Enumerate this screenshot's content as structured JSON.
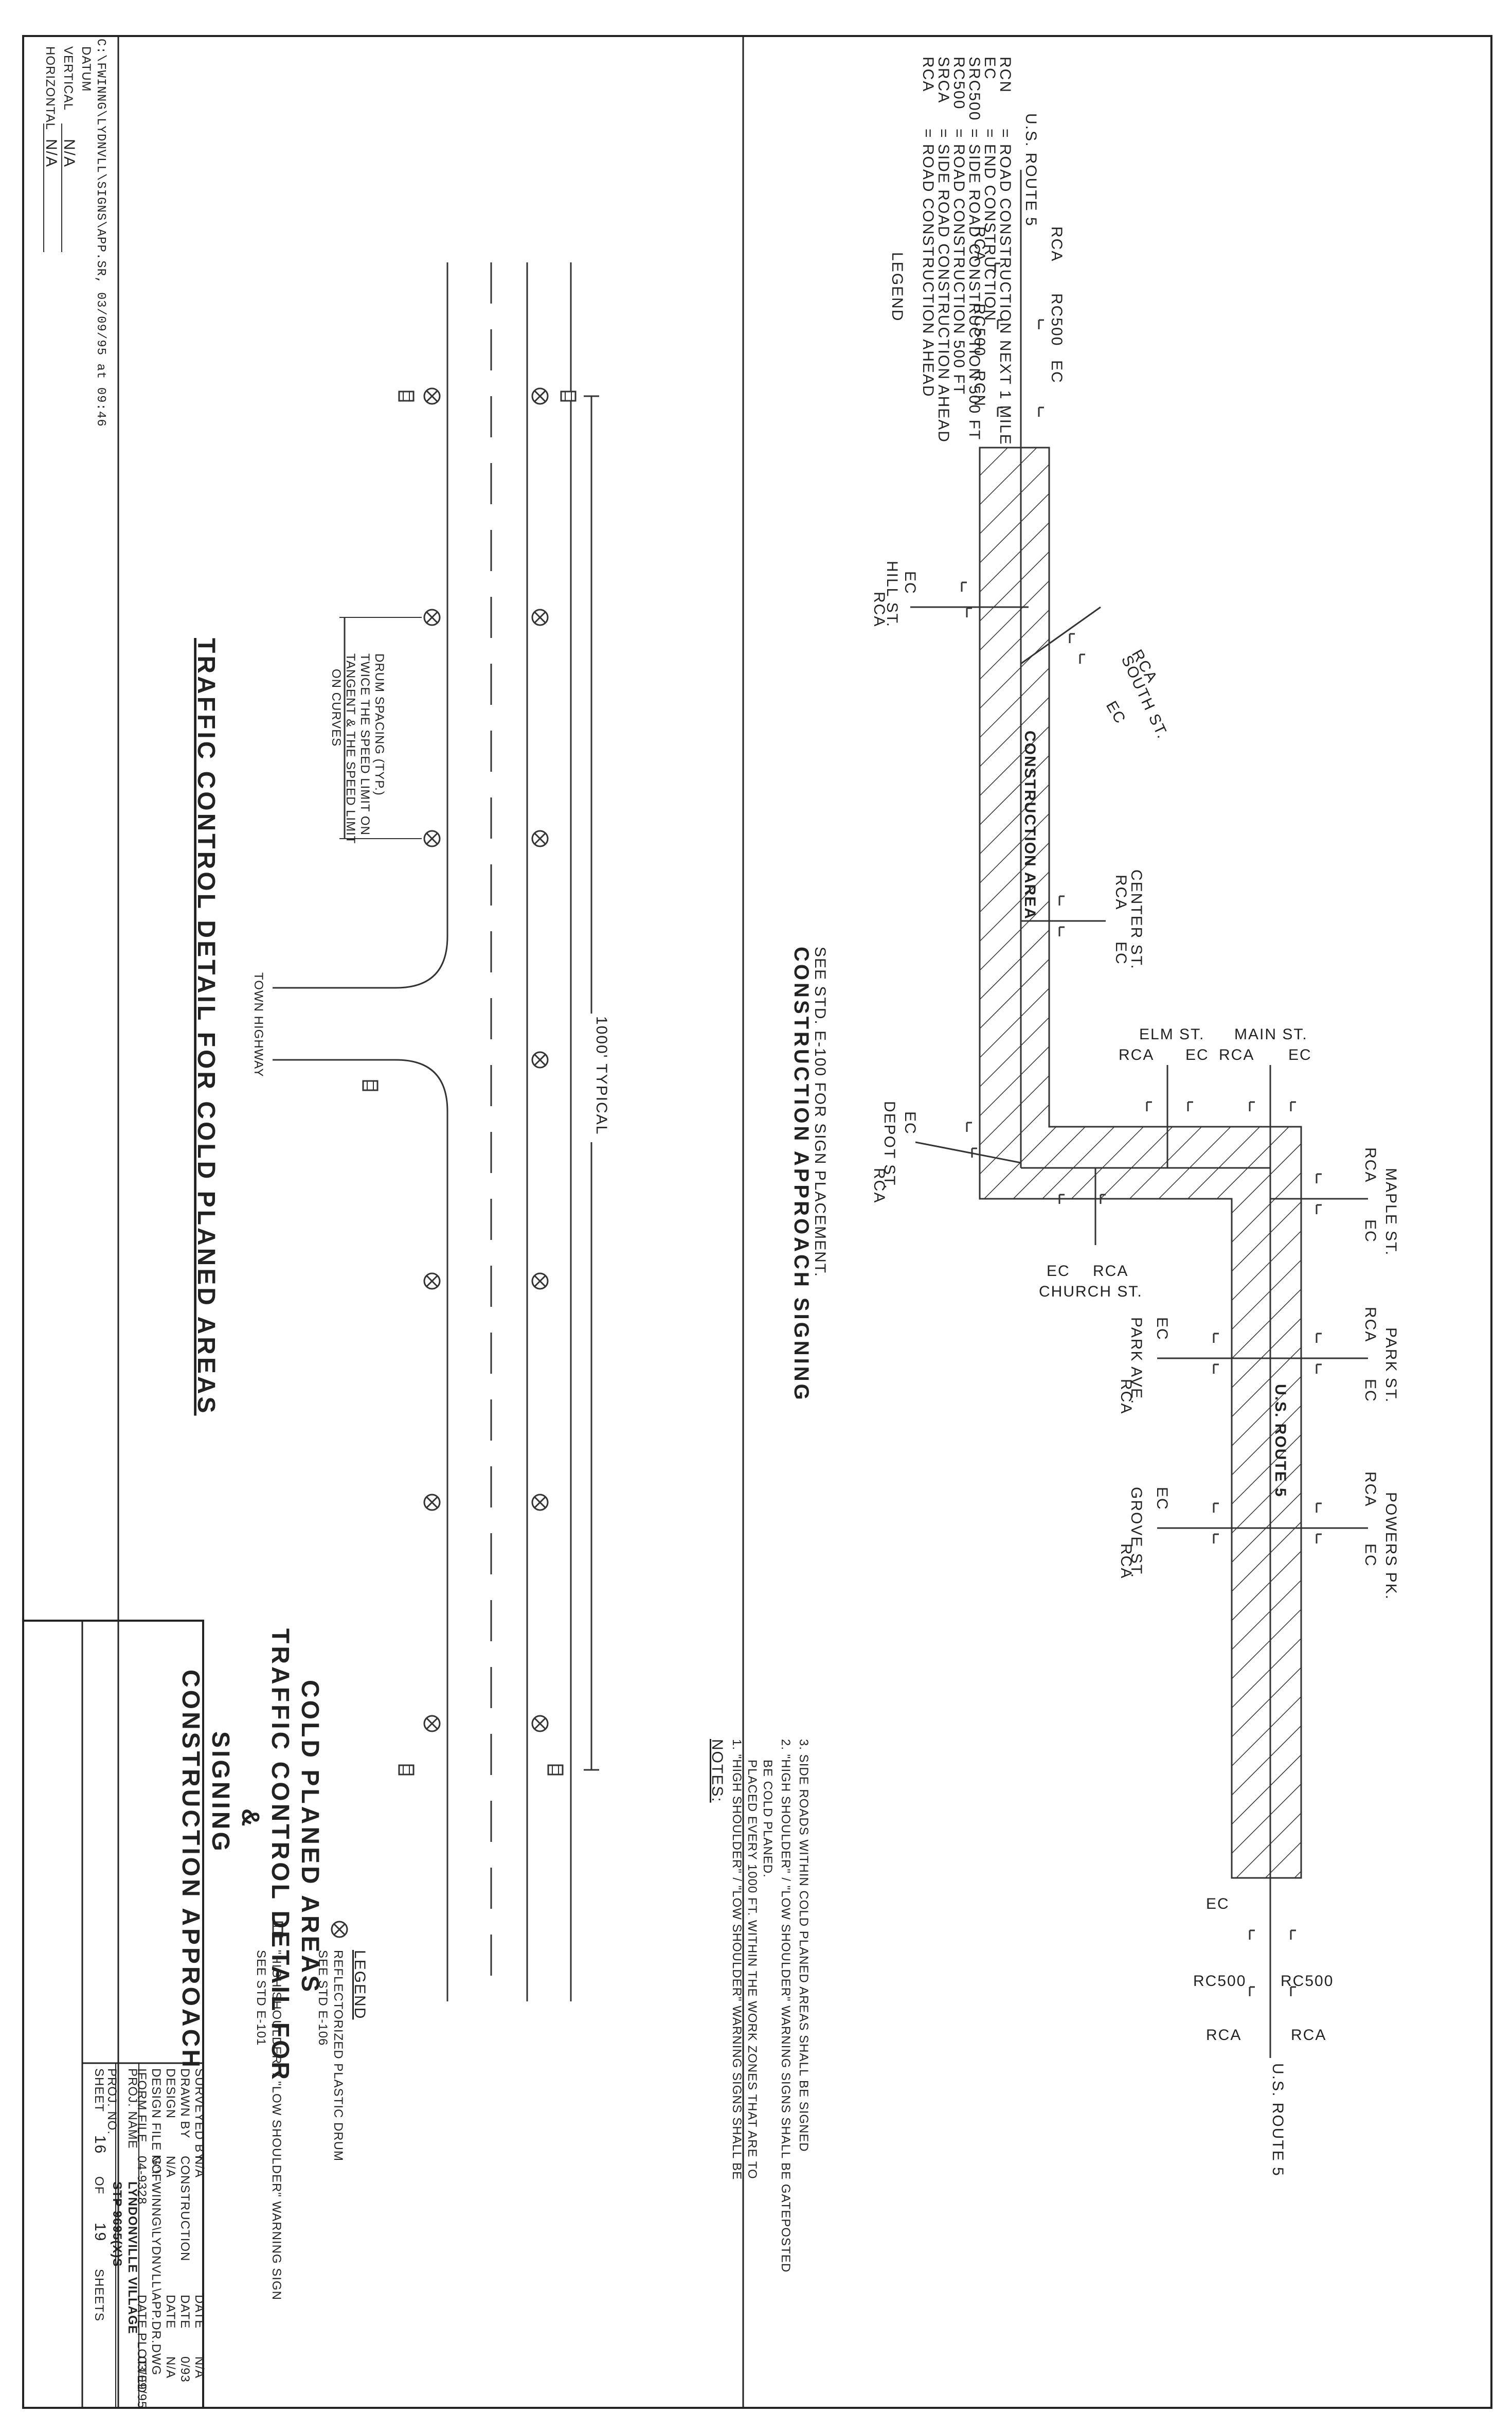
{
  "file_path": "C:\\FWINNG\\LYDNVLL\\SIGNS\\APP.SR, 03/09/95 at 09:46",
  "datum": {
    "label": "DATUM",
    "vertical_label": "VERTICAL",
    "vertical_value": "N/A",
    "horizontal_label": "HORIZONTAL",
    "horizontal_value": "N/A"
  },
  "approach": {
    "title": "CONSTRUCTION APPROACH SIGNING",
    "subtitle": "SEE STD. E-100 FOR SIGN PLACEMENT.",
    "construction_area": "CONSTRUCTION AREA",
    "route_label": "U.S. ROUTE 5",
    "legend_title": "LEGEND",
    "legend": [
      {
        "code": "RCA",
        "desc": "= ROAD CONSTRUCTION AHEAD"
      },
      {
        "code": "SRCA",
        "desc": "= SIDE ROAD CONSTRUCTION AHEAD"
      },
      {
        "code": "RC500",
        "desc": "= ROAD CONSTRUCTION 500 FT"
      },
      {
        "code": "SRC500",
        "desc": "= SIDE ROAD CONSTRUCTION 500 FT"
      },
      {
        "code": "EC",
        "desc": "= END CONSTRUCTION"
      },
      {
        "code": "RCN",
        "desc": "= ROAD CONSTRUCTION NEXT 1 MILE"
      }
    ],
    "streets": {
      "hill": "HILL ST.",
      "south": "SOUTH ST.",
      "center": "CENTER ST.",
      "depot": "DEPOT ST.",
      "church": "CHURCH ST.",
      "park_ave": "PARK AVE.",
      "grove": "GROVE ST.",
      "elm": "ELM ST.",
      "main": "MAIN ST.",
      "maple": "MAPLE ST.",
      "park_st": "PARK ST.",
      "powers": "POWERS PK."
    },
    "sign_codes": {
      "rca": "RCA",
      "ec": "EC",
      "rc500": "RC500",
      "rcn": "RCN"
    }
  },
  "notes": {
    "title": "NOTES:",
    "items": [
      "1. \"HIGH SHOULDER\" / \"LOW SHOULDER\" WARNING SIGNS SHALL BE",
      "PLACED EVERY 1000 FT. WITHIN THE WORK ZONES THAT ARE TO",
      "BE COLD PLANED.",
      "2. \"HIGH SHOULDER\" / \"LOW SHOULDER\" WARNING SIGNS SHALL BE GATEPOSTED",
      "3. SIDE ROADS WITHIN COLD PLANED AREAS SHALL BE SIGNED"
    ]
  },
  "detail": {
    "title": "TRAFFIC CONTROL DETAIL FOR COLD PLANED AREAS",
    "typical": "1000' TYPICAL",
    "town_highway": "TOWN HIGHWAY",
    "drum_spacing": [
      "DRUM SPACING (TYP.)",
      "TWICE THE SPEED LIMIT ON",
      "TANGENT & THE SPEED LIMIT",
      "ON CURVES"
    ],
    "legend_title": "LEGEND",
    "legend": [
      {
        "desc1": "REFLECTORIZED PLASTIC DRUM",
        "desc2": "SEE STD E-106"
      },
      {
        "desc1": "\"HIGH SHOULDER\" / \"LOW SHOULDER\" WARNING SIGN",
        "desc2": "SEE STD E-101"
      }
    ]
  },
  "title_block": {
    "main_lines": [
      "CONSTRUCTION APPROACH",
      "SIGNING",
      "&",
      "TRAFFIC CONTROL DETAIL FOR",
      "COLD PLANED AREAS"
    ],
    "rows": [
      [
        "SURVEYED BY",
        "N/A",
        "DATE",
        "N/A"
      ],
      [
        "DRAWN BY",
        "CONSTRUCTION",
        "DATE",
        "0/93"
      ],
      [
        "DESIGN",
        "N/A",
        "DATE",
        "N/A"
      ],
      [
        "DESIGN FILE NO.",
        "G:\\FWINNG\\LYDNVLL\\APP.DR.DWG",
        "",
        ""
      ],
      [
        "IFORM FILE",
        "04-9328",
        "DATE PLOTTED",
        "03/09/95"
      ]
    ],
    "proj_name_label": "PROJ. NAME",
    "proj_name": "LYNDONVILLE VILLAGE",
    "proj_no_label": "PROJ. NO.",
    "proj_no": "STP 9695(X)S",
    "sheet_label": "SHEET",
    "sheet_no": "16",
    "of_label": "OF",
    "sheet_total": "19",
    "sheets_label": "SHEETS"
  }
}
